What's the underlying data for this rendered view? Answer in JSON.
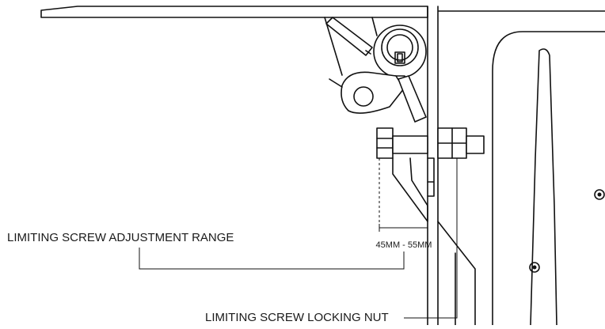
{
  "labels": {
    "adjustment_range": "LIMITING SCREW ADJUSTMENT RANGE",
    "dimension": "45MM - 55MM",
    "locking_nut": "LIMITING SCREW LOCKING NUT"
  },
  "colors": {
    "line": "#111111",
    "background": "#ffffff"
  }
}
